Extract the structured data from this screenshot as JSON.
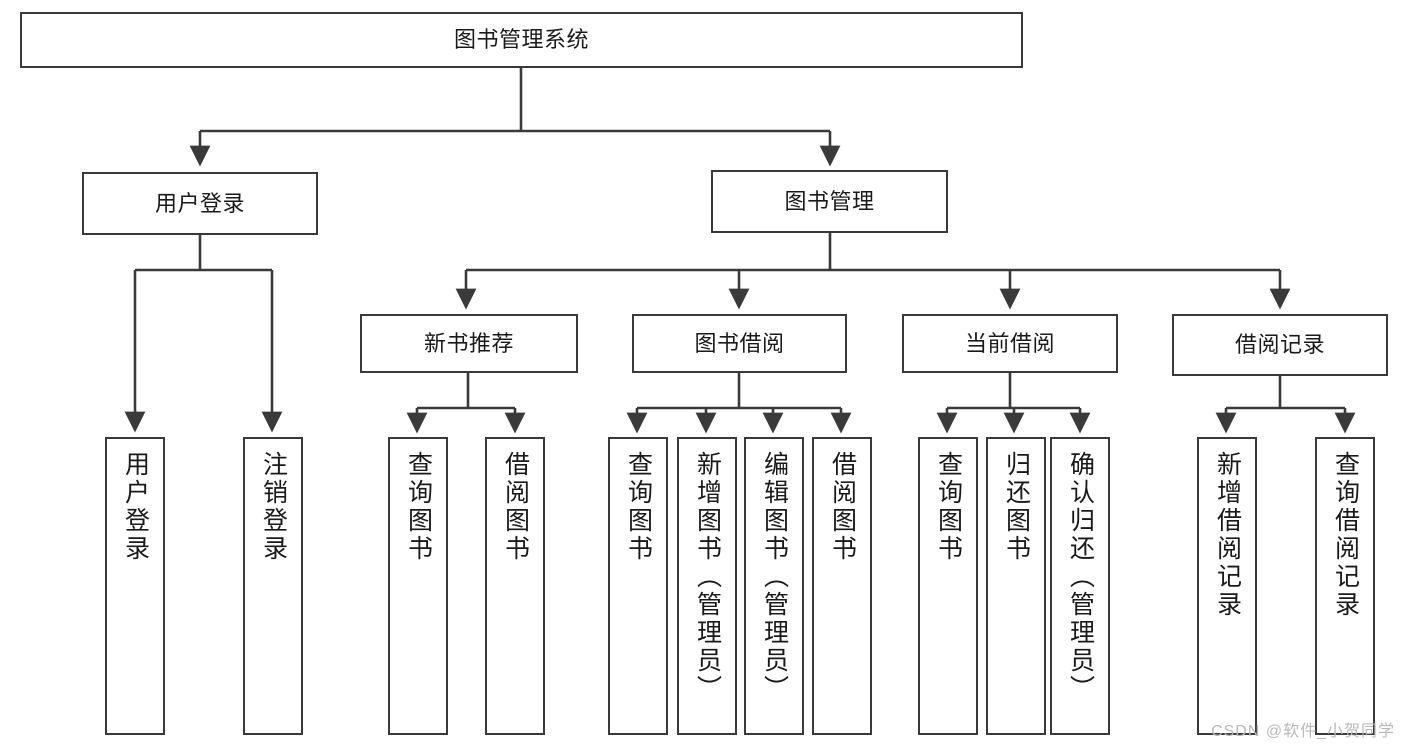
{
  "diagram": {
    "title": "图书管理系统",
    "watermark": "CSDN @软件_小贺同学",
    "line_color": "#3a3a3a",
    "text_color": "#1a1a1a",
    "background": "#ffffff",
    "nodes": {
      "root": "图书管理系统",
      "level2": {
        "user_login": "用户登录",
        "book_manage": "图书管理"
      },
      "level3": {
        "new_book_recommend": "新书推荐",
        "book_borrow": "图书借阅",
        "current_borrow": "当前借阅",
        "borrow_record": "借阅记录"
      },
      "leaves": {
        "user_login_1": "用户登录",
        "user_login_2": "注销登录",
        "new_book_1": "查询图书",
        "new_book_2": "借阅图书",
        "book_borrow_1": "查询图书",
        "book_borrow_2": "新增图书（管理员）",
        "book_borrow_3": "编辑图书（管理员）",
        "book_borrow_4": "借阅图书",
        "current_borrow_1": "查询图书",
        "current_borrow_2": "归还图书",
        "current_borrow_3": "确认归还（管理员）",
        "borrow_record_1": "新增借阅记录",
        "borrow_record_2": "查询借阅记录"
      }
    }
  }
}
